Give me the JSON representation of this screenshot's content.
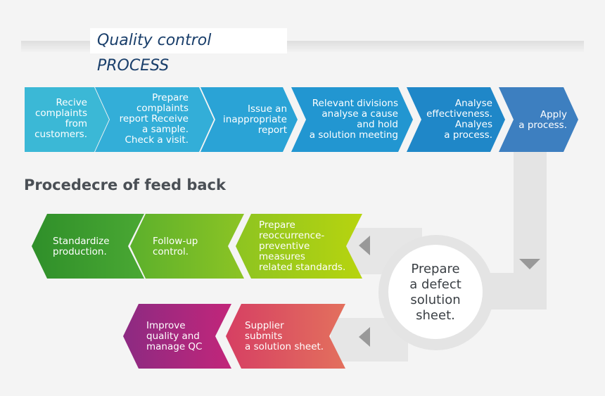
{
  "header": {
    "title": "Quality control PROCESS",
    "subtitle": "Procedecre of feed back"
  },
  "process_steps": [
    {
      "text": "Recive\ncomplaints\nfrom\ncustomers.",
      "color": "#3bb8d6"
    },
    {
      "text": "Prepare\ncomplaints\nreport Receive\na sample.\nCheck a visit.",
      "color": "#33aed8"
    },
    {
      "text": "Issue an\ninappropriate\nreport",
      "color": "#2aa3d6"
    },
    {
      "text": "Relevant divisions\nanalyse a cause\nand hold\na solution meeting",
      "color": "#2296d1"
    },
    {
      "text": "Analyse\neffectiveness.\nAnalyes\na process.",
      "color": "#1f87c8"
    },
    {
      "text": "Apply\na process.",
      "color": "#3d7fc0"
    }
  ],
  "feedback_row1": [
    {
      "text": "Standardize\nproduction.",
      "color": "#3c9a2e"
    },
    {
      "text": "Follow-up\ncontrol.",
      "color": "#6fba28"
    },
    {
      "text": "Prepare\nreoccurrence-\npreventive\nmeasures\nrelated standards.",
      "color": "#a6cc1a"
    }
  ],
  "feedback_row2": [
    {
      "text": "Improve\nquality and\nmanage QC",
      "color": "#a3267a"
    },
    {
      "text": "Supplier\nsubmits\na solution sheet.",
      "color": "#d9595f"
    }
  ],
  "center_circle": {
    "text": "Prepare\na defect\nsolution\nsheet."
  }
}
